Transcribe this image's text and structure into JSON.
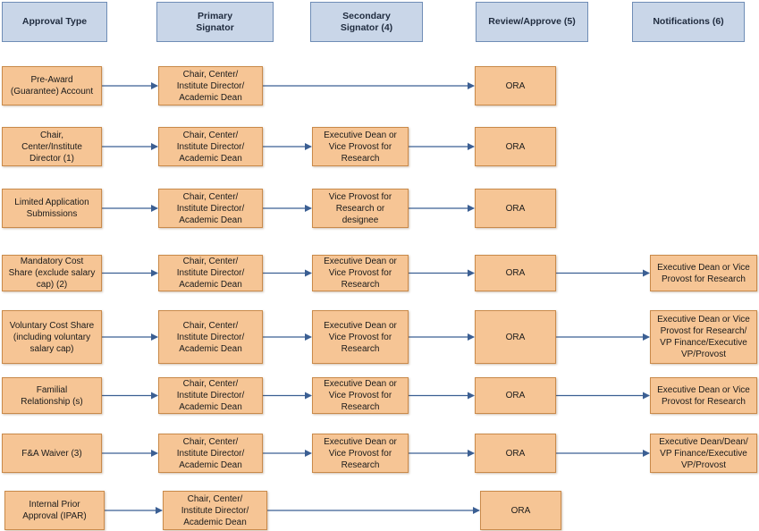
{
  "headers": {
    "approval_type": "Approval Type",
    "primary": "Primary\nSignator",
    "secondary": "Secondary\nSignator (4)",
    "review": "Review/Approve (5)",
    "notifications": "Notifications (6)"
  },
  "rows": [
    {
      "type": "Pre-Award\n(Guarantee) Account",
      "primary": "Chair, Center/\nInstitute Director/\nAcademic Dean",
      "review": "ORA"
    },
    {
      "type": "Chair,\nCenter/Institute\nDirector (1)",
      "primary": "Chair, Center/\nInstitute Director/\nAcademic Dean",
      "secondary": "Executive Dean or\nVice Provost for\nResearch",
      "review": "ORA"
    },
    {
      "type": "Limited Application\nSubmissions",
      "primary": "Chair, Center/\nInstitute Director/\nAcademic Dean",
      "secondary": "Vice Provost for\nResearch or\ndesignee",
      "review": "ORA"
    },
    {
      "type": "Mandatory Cost\nShare (exclude salary\ncap) (2)",
      "primary": "Chair, Center/\nInstitute Director/\nAcademic Dean",
      "secondary": "Executive Dean or\nVice Provost for\nResearch",
      "review": "ORA",
      "notification": "Executive Dean or Vice\nProvost for Research"
    },
    {
      "type": "Voluntary Cost Share\n(including voluntary\nsalary cap)",
      "primary": "Chair, Center/\nInstitute Director/\nAcademic Dean",
      "secondary": "Executive Dean or\nVice Provost for\nResearch",
      "review": "ORA",
      "notification": "Executive Dean or Vice\nProvost for Research/\nVP Finance/Executive\nVP/Provost"
    },
    {
      "type": "Familial\nRelationship (s)",
      "primary": "Chair, Center/\nInstitute Director/\nAcademic Dean",
      "secondary": "Executive Dean or\nVice Provost for\nResearch",
      "review": "ORA",
      "notification": "Executive Dean or Vice\nProvost for Research"
    },
    {
      "type": "F&A Waiver (3)",
      "primary": "Chair, Center/\nInstitute Director/\nAcademic Dean",
      "secondary": "Executive Dean or\nVice Provost for\nResearch",
      "review": "ORA",
      "notification": "Executive Dean/Dean/\nVP Finance/Executive\nVP/Provost"
    },
    {
      "type": "Internal Prior\nApproval (IPAR)",
      "primary": "Chair, Center/\nInstitute Director/\nAcademic Dean",
      "review": "ORA"
    }
  ],
  "colors": {
    "node_fill": "#f6c595",
    "node_border": "#c98a4a",
    "header_fill": "#c9d6e8",
    "header_border": "#6f8db6",
    "arrow": "#3b5f93"
  }
}
